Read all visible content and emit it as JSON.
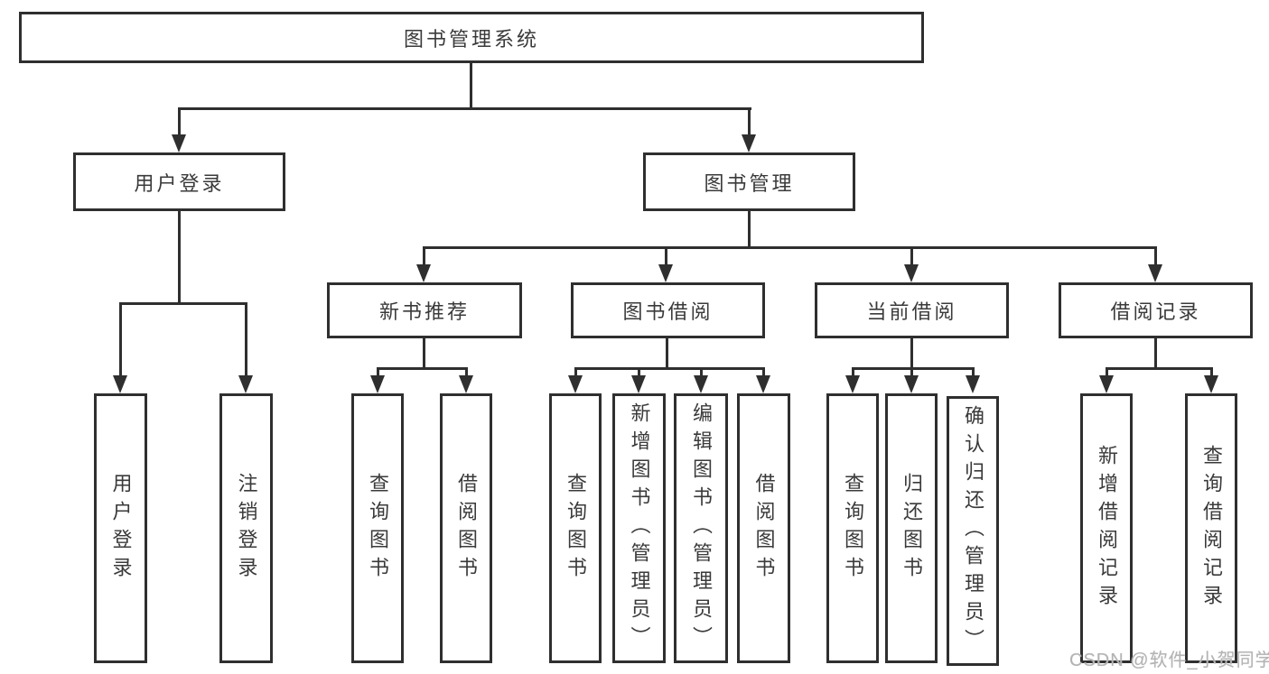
{
  "watermark": "CSDN @软件_小贺同学",
  "colors": {
    "line": "#2f2f2f",
    "text": "#3a3a3a",
    "background": "#ffffff",
    "watermark": "#b3b3b3"
  },
  "tree": {
    "root": "图书管理系统",
    "children": [
      {
        "label": "用户登录",
        "children": [
          "用户登录",
          "注销登录"
        ]
      },
      {
        "label": "图书管理",
        "children": [
          {
            "label": "新书推荐",
            "children": [
              "查询图书",
              "借阅图书"
            ]
          },
          {
            "label": "图书借阅",
            "children": [
              "查询图书",
              "新增图书（管理员）",
              "编辑图书（管理员）",
              "借阅图书"
            ]
          },
          {
            "label": "当前借阅",
            "children": [
              "查询图书",
              "归还图书",
              "确认归还（管理员）"
            ]
          },
          {
            "label": "借阅记录",
            "children": [
              "新增借阅记录",
              "查询借阅记录"
            ]
          }
        ]
      }
    ]
  }
}
